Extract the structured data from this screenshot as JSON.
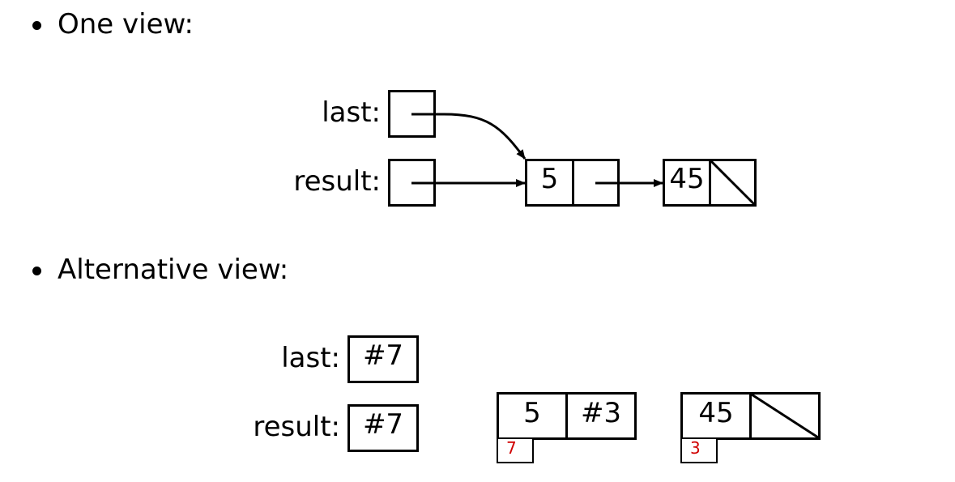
{
  "bullets": {
    "one_view": "One view:",
    "alternative_view": "Alternative view:"
  },
  "one_view": {
    "last_label": "last:",
    "result_label": "result:",
    "node1_value": "5",
    "node2_value": "45"
  },
  "alternative_view": {
    "last_label": "last:",
    "last_value": "#7",
    "result_label": "result:",
    "result_value": "#7",
    "node1_value": "5",
    "node1_next": "#3",
    "node1_address": "7",
    "node2_value": "45",
    "node2_address": "3"
  },
  "colors": {
    "ink": "#000000",
    "address_tag": "#d00000"
  }
}
